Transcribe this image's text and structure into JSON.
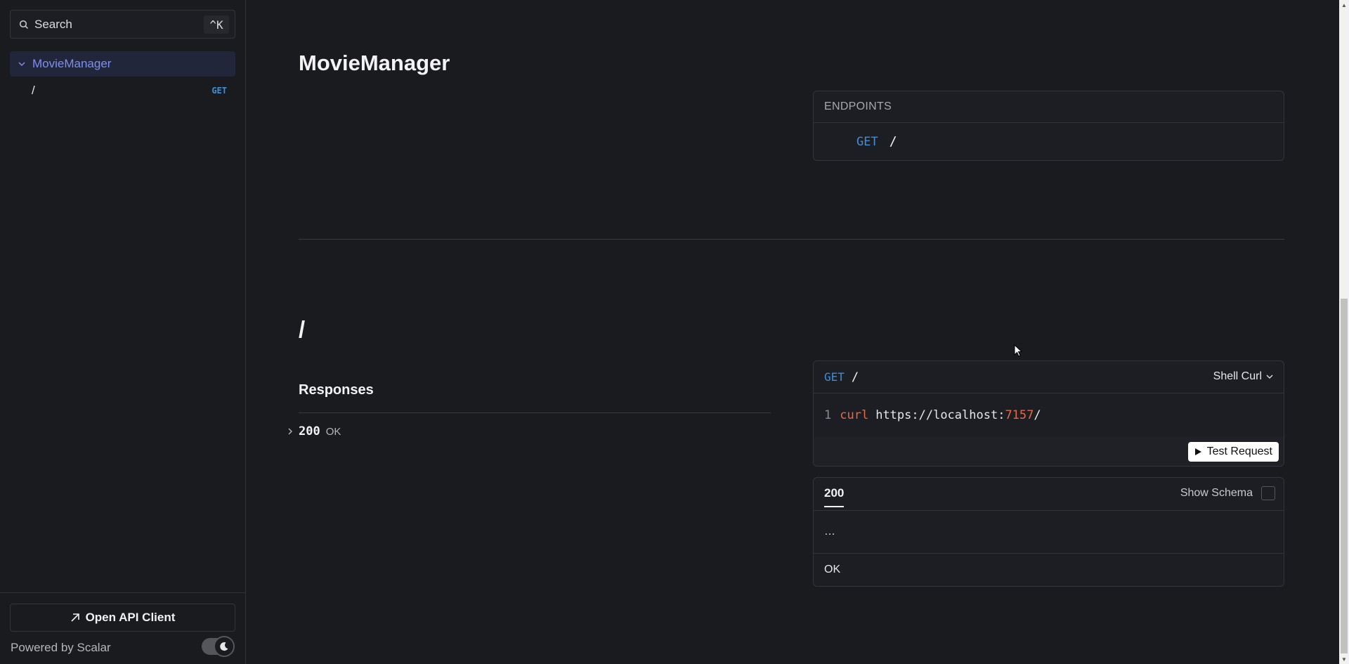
{
  "sidebar": {
    "search": {
      "label": "Search",
      "shortcut": "^K"
    },
    "group": {
      "label": "MovieManager"
    },
    "items": [
      {
        "path": "/",
        "method": "GET"
      }
    ],
    "footer": {
      "open_client_label": "Open API Client",
      "powered_by": "Powered by Scalar"
    }
  },
  "main": {
    "title": "MovieManager",
    "endpoints": {
      "header": "ENDPOINTS",
      "items": [
        {
          "method": "GET",
          "path": "/"
        }
      ]
    },
    "operation": {
      "title": "/",
      "responses_title": "Responses",
      "responses": [
        {
          "code": "200",
          "text": "OK"
        }
      ]
    },
    "request": {
      "method": "GET",
      "path": "/",
      "language": "Shell Curl",
      "line_number": "1",
      "command": "curl",
      "url_prefix": "https://localhost:",
      "url_port": "7157",
      "url_suffix": "/",
      "test_button": "Test Request"
    },
    "response_card": {
      "tab": "200",
      "show_schema": "Show Schema",
      "body": "…",
      "description": "OK"
    }
  },
  "colors": {
    "background": "#1a1b1f",
    "accent": "#7c8ff2",
    "get_method": "#3f8ed8",
    "code_keyword": "#e56a42"
  },
  "icons": {
    "search": "search-icon",
    "chevron": "chevron-down-icon",
    "open_client": "arrow-up-right-icon",
    "theme": "moon-icon",
    "play": "play-icon"
  }
}
